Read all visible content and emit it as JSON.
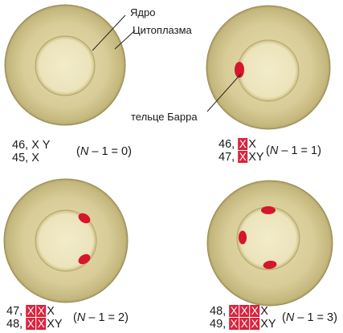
{
  "labels": {
    "nucleus": "Ядро",
    "cytoplasm": "Цитоплазма",
    "barr_body": "тельце Барра"
  },
  "cells": [
    {
      "barr_bodies": 0,
      "karyotype_lines": [
        "46, X Y",
        "45, X"
      ],
      "formula_var": "N",
      "formula_rest": " – 1 = 0)"
    },
    {
      "barr_bodies": 1,
      "karyotype_lines": [
        "46, X X",
        "47, X XY"
      ],
      "formula_var": "N",
      "formula_rest": " – 1 = 1)"
    },
    {
      "barr_bodies": 2,
      "karyotype_lines": [
        "47, X X X",
        "48, X X XY"
      ],
      "formula_var": "N",
      "formula_rest": " – 1 = 2)"
    },
    {
      "barr_bodies": 3,
      "karyotype_lines": [
        "48, X X X X",
        "49, X X X XY"
      ],
      "formula_var": "N",
      "formula_rest": " – 1 = 3)"
    }
  ],
  "colors": {
    "barr_body": "#d6162b",
    "inactive_x_box": "#d9243d",
    "cytoplasm": "#d8cd98",
    "nucleus": "#ece5bd"
  }
}
